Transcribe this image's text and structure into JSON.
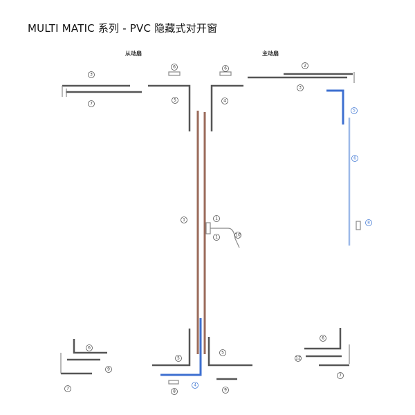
{
  "title": "MULTI MATIC 系列 - PVC 隐藏式对开窗",
  "left_section_label": "从动扇",
  "right_section_label": "主动扇",
  "callouts": [
    "3",
    "7",
    "6",
    "5",
    "6",
    "4",
    "2",
    "3",
    "5",
    "6",
    "8",
    "1",
    "1",
    "1",
    "10",
    "6",
    "9",
    "7",
    "5",
    "5",
    "4",
    "8",
    "9",
    "6",
    "12",
    "7"
  ]
}
